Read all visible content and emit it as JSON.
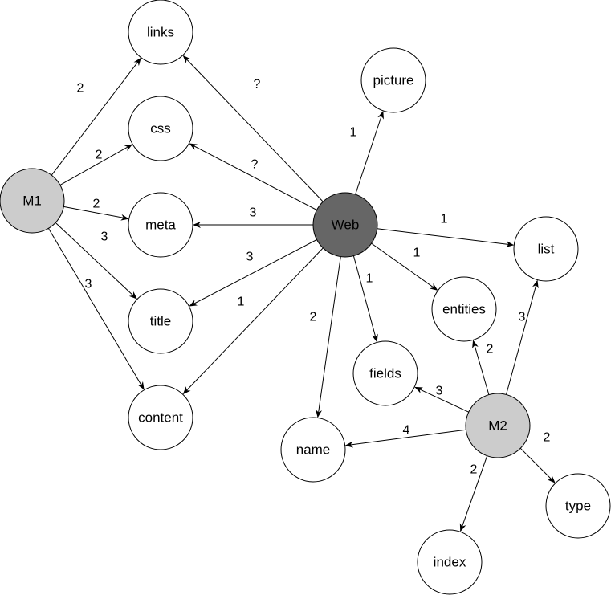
{
  "diagram": {
    "nodes": [
      {
        "id": "links",
        "label": "links",
        "fill": "#ffffff",
        "text_color": "#000000"
      },
      {
        "id": "css",
        "label": "css",
        "fill": "#ffffff",
        "text_color": "#000000"
      },
      {
        "id": "meta",
        "label": "meta",
        "fill": "#ffffff",
        "text_color": "#000000"
      },
      {
        "id": "title",
        "label": "title",
        "fill": "#ffffff",
        "text_color": "#000000"
      },
      {
        "id": "content",
        "label": "content",
        "fill": "#ffffff",
        "text_color": "#000000"
      },
      {
        "id": "m1",
        "label": "M1",
        "fill": "#cccccc",
        "text_color": "#333333"
      },
      {
        "id": "web",
        "label": "Web",
        "fill": "#666666",
        "text_color": "#000000"
      },
      {
        "id": "picture",
        "label": "picture",
        "fill": "#ffffff",
        "text_color": "#000000"
      },
      {
        "id": "list",
        "label": "list",
        "fill": "#ffffff",
        "text_color": "#000000"
      },
      {
        "id": "entities",
        "label": "entities",
        "fill": "#ffffff",
        "text_color": "#000000"
      },
      {
        "id": "fields",
        "label": "fields",
        "fill": "#ffffff",
        "text_color": "#000000"
      },
      {
        "id": "name",
        "label": "name",
        "fill": "#ffffff",
        "text_color": "#000000"
      },
      {
        "id": "m2",
        "label": "M2",
        "fill": "#cccccc",
        "text_color": "#333333"
      },
      {
        "id": "type",
        "label": "type",
        "fill": "#ffffff",
        "text_color": "#000000"
      },
      {
        "id": "index",
        "label": "index",
        "fill": "#ffffff",
        "text_color": "#000000"
      }
    ],
    "edges": [
      {
        "id": "m1-links",
        "from": "m1",
        "to": "links",
        "label": "2"
      },
      {
        "id": "m1-css",
        "from": "m1",
        "to": "css",
        "label": "2"
      },
      {
        "id": "m1-meta",
        "from": "m1",
        "to": "meta",
        "label": "2"
      },
      {
        "id": "m1-title",
        "from": "m1",
        "to": "title",
        "label": "3"
      },
      {
        "id": "m1-content",
        "from": "m1",
        "to": "content",
        "label": "3"
      },
      {
        "id": "web-links",
        "from": "web",
        "to": "links",
        "label": "?"
      },
      {
        "id": "web-css",
        "from": "web",
        "to": "css",
        "label": "?"
      },
      {
        "id": "web-meta",
        "from": "web",
        "to": "meta",
        "label": "3"
      },
      {
        "id": "web-title",
        "from": "web",
        "to": "title",
        "label": "3"
      },
      {
        "id": "web-content",
        "from": "web",
        "to": "content",
        "label": "1"
      },
      {
        "id": "web-picture",
        "from": "web",
        "to": "picture",
        "label": "1"
      },
      {
        "id": "web-list",
        "from": "web",
        "to": "list",
        "label": "1"
      },
      {
        "id": "web-entities",
        "from": "web",
        "to": "entities",
        "label": "1"
      },
      {
        "id": "web-fields",
        "from": "web",
        "to": "fields",
        "label": "1"
      },
      {
        "id": "web-name",
        "from": "web",
        "to": "name",
        "label": "2"
      },
      {
        "id": "m2-entities",
        "from": "m2",
        "to": "entities",
        "label": "2"
      },
      {
        "id": "m2-list",
        "from": "m2",
        "to": "list",
        "label": "3"
      },
      {
        "id": "m2-fields",
        "from": "m2",
        "to": "fields",
        "label": "3"
      },
      {
        "id": "m2-name",
        "from": "m2",
        "to": "name",
        "label": "4"
      },
      {
        "id": "m2-type",
        "from": "m2",
        "to": "type",
        "label": "2"
      },
      {
        "id": "m2-index",
        "from": "m2",
        "to": "index",
        "label": "2"
      }
    ],
    "stroke_color": "#000000"
  }
}
